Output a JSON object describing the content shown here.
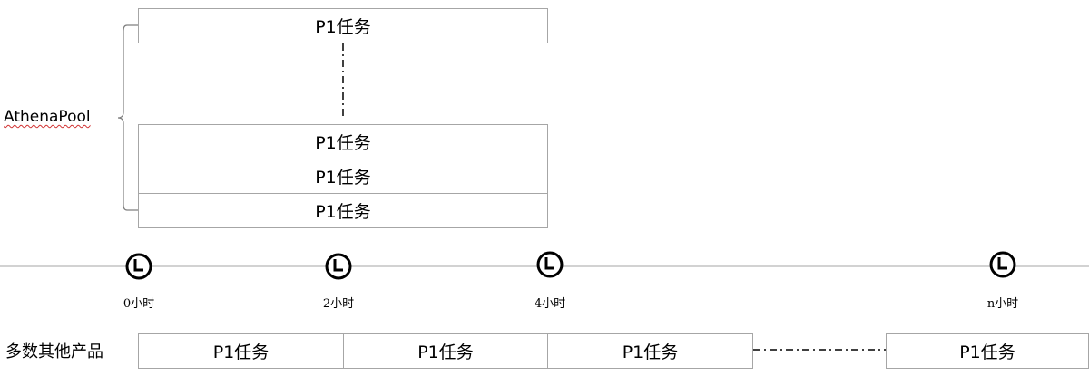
{
  "pool": {
    "label": "AthenaPool",
    "top_task": "P1任务",
    "stack_tasks": [
      "P1任务",
      "P1任务",
      "P1任务"
    ]
  },
  "timeline": {
    "markers": [
      {
        "label": "0小时",
        "icon": "clock-icon"
      },
      {
        "label": "2小时",
        "icon": "clock-icon"
      },
      {
        "label": "4小时",
        "icon": "clock-icon"
      },
      {
        "label": "n小时",
        "icon": "clock-icon"
      }
    ]
  },
  "products": {
    "label": "多数其他产品",
    "tasks": [
      "P1任务",
      "P1任务",
      "P1任务",
      "P1任务"
    ]
  }
}
